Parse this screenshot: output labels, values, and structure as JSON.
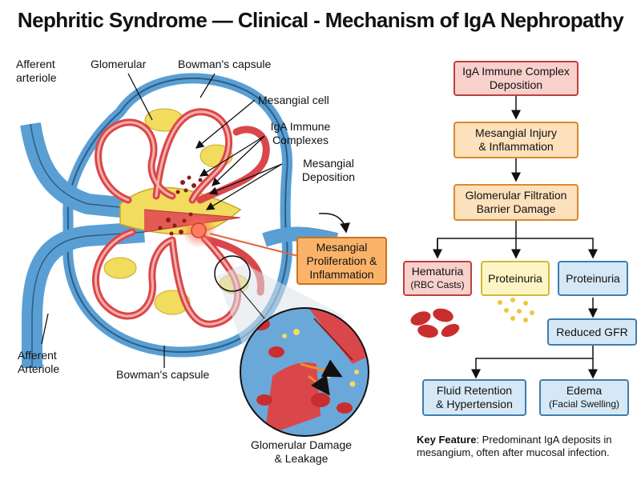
{
  "title": "Nephritic Syndrome — Clinical - Mechanism of IgA Nephropathy",
  "diagram_labels": {
    "afferent_top_1": "Afferent",
    "afferent_top_2": "arteriole",
    "glomerular": "Glomerular",
    "bowman_top": "Bowman's capsule",
    "mesangial_cell": "Mesangial cell",
    "iga_1": "IgA Immune",
    "iga_2": "Complexes",
    "mes_dep_1": "Mesangial",
    "mes_dep_2": "Deposition",
    "afferent_bottom_1": "Afferent",
    "afferent_bottom_2": "Arteriole",
    "bowman_bottom": "Bowman's capsule",
    "damage_1": "Glomerular Damage",
    "damage_2": "& Leakage"
  },
  "proliferation_box": {
    "line1": "Mesangial",
    "line2": "Proliferation &",
    "line3": "Inflammation"
  },
  "flowchart": {
    "step1": {
      "line1": "IgA Immune Complex",
      "line2": "Deposition"
    },
    "step2": {
      "line1": "Mesangial Injury",
      "line2": "& Inflammation"
    },
    "step3": {
      "line1": "Glomerular Filtration",
      "line2": "Barrier Damage"
    },
    "hematuria": {
      "line1": "Hematuria",
      "line2": "(RBC Casts)"
    },
    "proteinuria_yellow": "Proteinuria",
    "proteinuria_blue": "Proteinuria",
    "reduced_gfr": "Reduced GFR",
    "fluid": {
      "line1": "Fluid Retention",
      "line2": "& Hypertension"
    },
    "edema": {
      "line1": "Edema",
      "line2": "(Facial Swelling)"
    }
  },
  "key_feature": {
    "label": "Key Feature",
    "text": ": Predominant IgA deposits in mesangium, often after mucosal infection."
  },
  "colors": {
    "vessel_blue": "#5a9fd4",
    "capillary_red": "#d9474b",
    "mesangial_yellow": "#f2dc5d",
    "proliferation_orange": "#fbb36a",
    "background": "#ffffff"
  }
}
